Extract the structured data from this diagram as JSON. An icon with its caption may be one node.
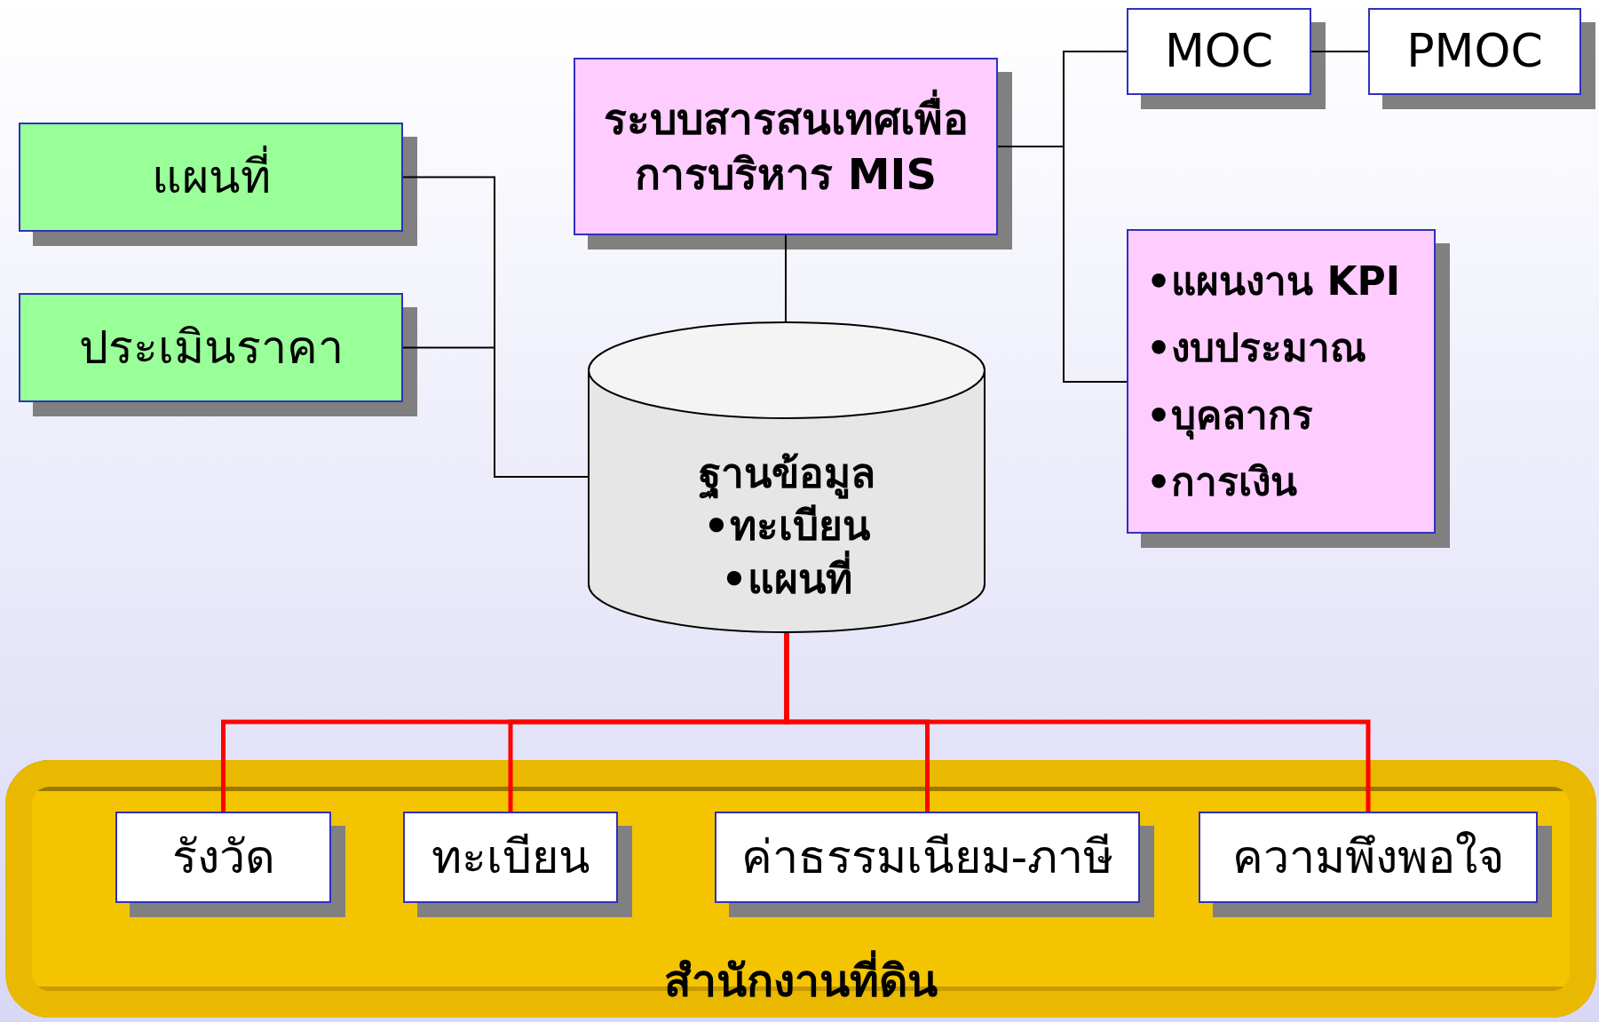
{
  "diagram": {
    "nodes": [
      {
        "text": [
          "แผนที่"
        ]
      },
      {
        "text": [
          "ประเมินราคา"
        ]
      },
      {
        "text": [
          "ระบบสารสนเทศเพื่อการบริหาร MIS"
        ]
      },
      {
        "text": [
          "MOC"
        ]
      },
      {
        "text": [
          "PMOC"
        ]
      },
      {
        "text": [
          "•แผนงาน KPI",
          "•งบประมาณ",
          "•บุคลากร",
          "•การเงิน"
        ]
      },
      {
        "text": [
          "ฐานข้อมูล",
          "•ทะเบียน",
          "•แผนที่"
        ]
      },
      {
        "text": [
          "สำนักงานที่ดิน"
        ]
      },
      {
        "text": [
          "รังวัด"
        ],
        "in": 7
      },
      {
        "text": [
          "ทะเบียน"
        ],
        "in": 7
      },
      {
        "text": [
          "ค่าธรรมเนียม-ภาษี"
        ],
        "in": 7
      },
      {
        "text": [
          "ความพึงพอใจ"
        ],
        "in": 7
      }
    ],
    "edges": [
      {
        "from": 0,
        "to": 6,
        "arrow": "none"
      },
      {
        "from": 1,
        "to": 6,
        "arrow": "none"
      },
      {
        "from": 2,
        "to": 6,
        "arrow": "none"
      },
      {
        "from": 2,
        "to": 3,
        "arrow": "none"
      },
      {
        "from": 2,
        "to": 5,
        "arrow": "none"
      },
      {
        "from": 3,
        "to": 4,
        "arrow": "none"
      },
      {
        "from": 6,
        "to": 8,
        "arrow": "none",
        "style": "thick",
        "color": "#ff0000"
      },
      {
        "from": 6,
        "to": 9,
        "arrow": "none",
        "style": "thick",
        "color": "#ff0000"
      },
      {
        "from": 6,
        "to": 10,
        "arrow": "none",
        "style": "thick",
        "color": "#ff0000"
      },
      {
        "from": 6,
        "to": 11,
        "arrow": "none",
        "style": "thick",
        "color": "#ff0000"
      }
    ]
  }
}
